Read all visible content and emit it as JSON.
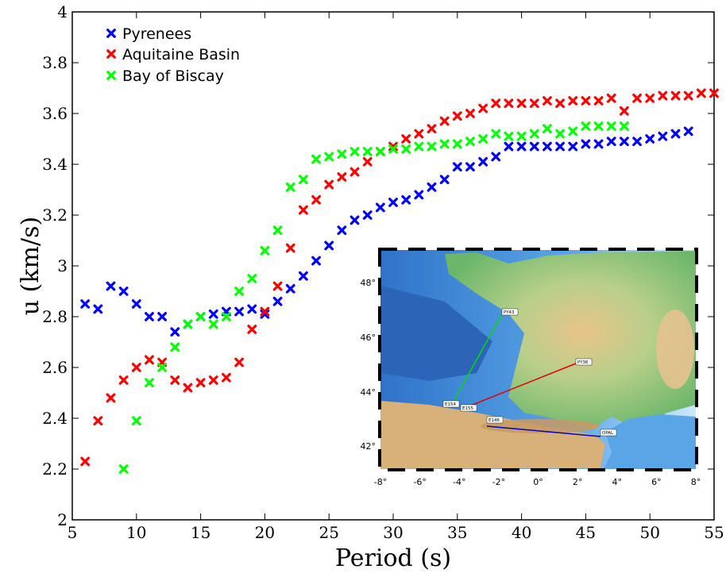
{
  "chart_data": {
    "type": "scatter",
    "title": "",
    "xlabel": "Period (s)",
    "ylabel": "u (km/s)",
    "xlim": [
      5,
      55
    ],
    "ylim": [
      2,
      4
    ],
    "xticks": [
      "5",
      "10",
      "15",
      "20",
      "25",
      "30",
      "35",
      "40",
      "45",
      "50",
      "55"
    ],
    "yticks": [
      "2",
      "2.2",
      "2.4",
      "2.6",
      "2.8",
      "3",
      "3.2",
      "3.4",
      "3.6",
      "3.8",
      "4"
    ],
    "grid": false,
    "legend_position": "top-left",
    "marker": "x",
    "series": [
      {
        "name": "Pyrenees",
        "color": "#0000ff",
        "x": [
          6,
          7,
          8,
          9,
          10,
          11,
          12,
          13,
          14,
          15,
          16,
          17,
          18,
          19,
          20,
          21,
          22,
          23,
          24,
          25,
          26,
          27,
          28,
          29,
          30,
          31,
          32,
          33,
          34,
          35,
          36,
          37,
          38,
          39,
          40,
          41,
          42,
          43,
          44,
          45,
          46,
          47,
          48,
          49,
          50,
          51,
          52,
          53
        ],
        "y": [
          2.85,
          2.83,
          2.92,
          2.9,
          2.85,
          2.8,
          2.8,
          2.74,
          2.77,
          2.8,
          2.81,
          2.82,
          2.82,
          2.83,
          2.81,
          2.86,
          2.91,
          2.96,
          3.02,
          3.08,
          3.14,
          3.18,
          3.2,
          3.23,
          3.25,
          3.26,
          3.28,
          3.31,
          3.34,
          3.39,
          3.39,
          3.41,
          3.43,
          3.47,
          3.47,
          3.47,
          3.47,
          3.47,
          3.47,
          3.48,
          3.48,
          3.49,
          3.49,
          3.49,
          3.5,
          3.51,
          3.52,
          3.53
        ]
      },
      {
        "name": "Aquitaine Basin",
        "color": "#ff0000",
        "x": [
          6,
          7,
          8,
          9,
          10,
          11,
          12,
          13,
          14,
          15,
          16,
          17,
          18,
          19,
          20,
          21,
          22,
          23,
          24,
          25,
          26,
          27,
          28,
          29,
          30,
          31,
          32,
          33,
          34,
          35,
          36,
          37,
          38,
          39,
          40,
          41,
          42,
          43,
          44,
          45,
          46,
          47,
          48,
          49,
          50,
          51,
          52,
          53,
          54,
          55
        ],
        "y": [
          2.23,
          2.39,
          2.48,
          2.55,
          2.6,
          2.63,
          2.62,
          2.55,
          2.52,
          2.54,
          2.55,
          2.56,
          2.62,
          2.75,
          2.82,
          2.92,
          3.07,
          3.22,
          3.26,
          3.32,
          3.35,
          3.37,
          3.41,
          3.45,
          3.47,
          3.5,
          3.52,
          3.54,
          3.57,
          3.59,
          3.6,
          3.62,
          3.64,
          3.64,
          3.64,
          3.64,
          3.65,
          3.64,
          3.65,
          3.65,
          3.65,
          3.66,
          3.61,
          3.66,
          3.66,
          3.67,
          3.67,
          3.67,
          3.68,
          3.68
        ]
      },
      {
        "name": "Bay of Biscay",
        "color": "#00ff00",
        "x": [
          9,
          10,
          11,
          12,
          13,
          14,
          15,
          16,
          17,
          18,
          19,
          20,
          21,
          22,
          23,
          24,
          25,
          26,
          27,
          28,
          29,
          30,
          31,
          32,
          33,
          34,
          35,
          36,
          37,
          38,
          39,
          40,
          41,
          42,
          43,
          44,
          45,
          46,
          47,
          48
        ],
        "y": [
          2.2,
          2.39,
          2.54,
          2.6,
          2.68,
          2.77,
          2.8,
          2.77,
          2.8,
          2.9,
          2.95,
          3.06,
          3.14,
          3.31,
          3.34,
          3.42,
          3.43,
          3.44,
          3.45,
          3.45,
          3.45,
          3.46,
          3.46,
          3.47,
          3.47,
          3.48,
          3.48,
          3.49,
          3.5,
          3.52,
          3.51,
          3.51,
          3.52,
          3.54,
          3.52,
          3.53,
          3.55,
          3.55,
          3.55,
          3.55
        ]
      }
    ]
  },
  "inset_map": {
    "xticks": [
      "-8°",
      "-6°",
      "-4°",
      "-2°",
      "0°",
      "2°",
      "4°",
      "6°",
      "8°"
    ],
    "yticks": [
      "42°",
      "44°",
      "46°",
      "48°"
    ],
    "stations": [
      "PY43",
      "PY36",
      "E154",
      "E155",
      "E146",
      "OPAL"
    ],
    "paths": [
      {
        "from": "E154",
        "to": "PY43",
        "color": "#00dd00"
      },
      {
        "from": "E155",
        "to": "PY36",
        "color": "#dd0000"
      },
      {
        "from": "E146",
        "to": "OPAL",
        "color": "#0000cc"
      }
    ]
  }
}
